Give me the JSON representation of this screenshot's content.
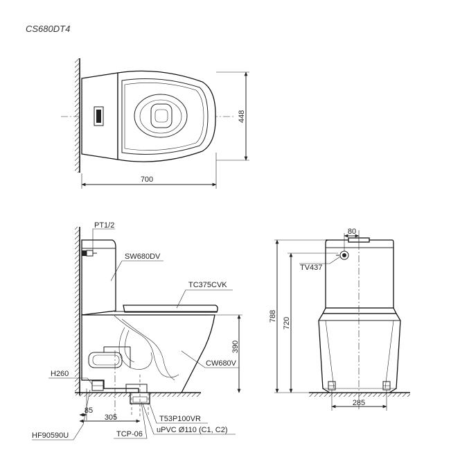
{
  "model": "CS680DT4",
  "top_view": {
    "width_dim": "700",
    "depth_dim": "448"
  },
  "side_view": {
    "parts": {
      "supply_valve": "PT1/2",
      "tank": "SW680DV",
      "seat": "TC375CVK",
      "bowl": "CW680V",
      "height_label": "H260",
      "adapter": "HF90590U",
      "flange": "TCP-06",
      "trap": "T53P100VR",
      "pipe": "uPVC Ø110 (C1, C2)"
    },
    "dims": {
      "rim_height": "390",
      "wall_offset": "85",
      "rough_in": "305"
    }
  },
  "front_view": {
    "parts": {
      "fill_valve": "TV437"
    },
    "dims": {
      "total_height": "788",
      "inlet_height": "720",
      "button_width": "80",
      "base_width": "285"
    }
  }
}
